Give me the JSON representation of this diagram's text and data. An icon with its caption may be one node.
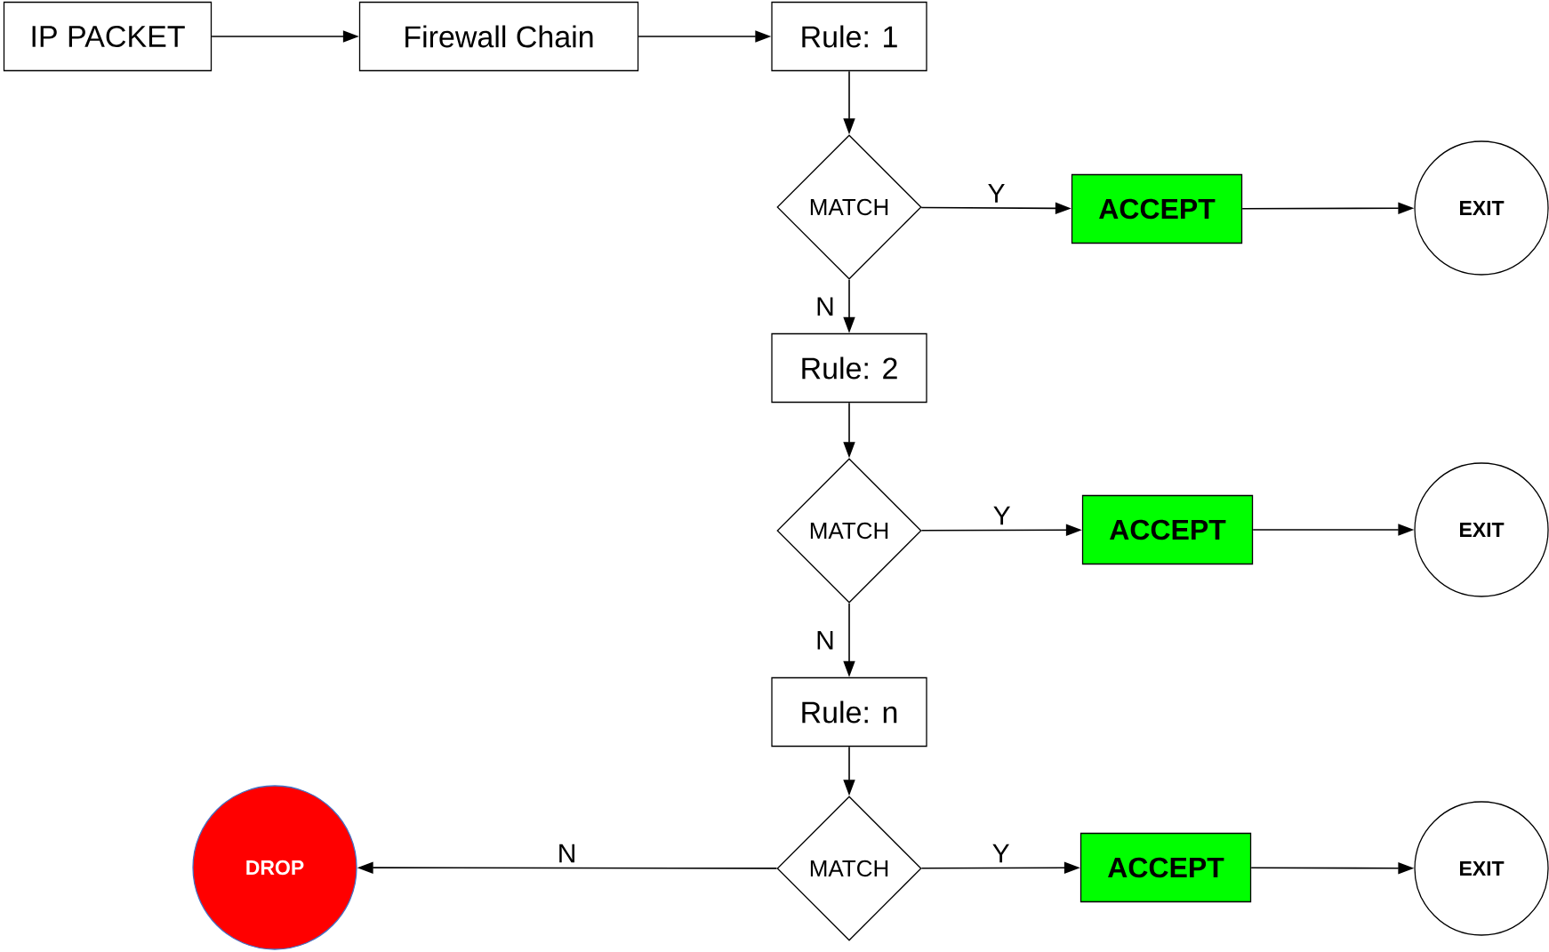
{
  "diagram": {
    "nodes": [
      {
        "text": [
          "IP PACKET"
        ]
      },
      {
        "text": [
          "Firewall Chain"
        ]
      },
      {
        "text": [
          "Rule: 1"
        ]
      },
      {
        "text": [
          "MATCH"
        ]
      },
      {
        "text": [
          "ACCEPT"
        ]
      },
      {
        "text": [
          "EXIT"
        ]
      },
      {
        "text": [
          "Rule: 2"
        ]
      },
      {
        "text": [
          "MATCH"
        ]
      },
      {
        "text": [
          "ACCEPT"
        ]
      },
      {
        "text": [
          "EXIT"
        ]
      },
      {
        "text": [
          "Rule: n"
        ]
      },
      {
        "text": [
          "MATCH"
        ]
      },
      {
        "text": [
          "ACCEPT"
        ]
      },
      {
        "text": [
          "EXIT"
        ]
      },
      {
        "text": [
          "DROP"
        ]
      }
    ],
    "edges": [
      {
        "from": 0,
        "to": 1,
        "arrow": "to"
      },
      {
        "from": 1,
        "to": 2,
        "arrow": "to"
      },
      {
        "from": 2,
        "to": 3,
        "arrow": "to"
      },
      {
        "from": 3,
        "to": 4,
        "arrow": "to",
        "label": "Y"
      },
      {
        "from": 4,
        "to": 5,
        "arrow": "to"
      },
      {
        "from": 3,
        "to": 6,
        "arrow": "to",
        "label": "N"
      },
      {
        "from": 6,
        "to": 7,
        "arrow": "to"
      },
      {
        "from": 7,
        "to": 8,
        "arrow": "to",
        "label": "Y"
      },
      {
        "from": 8,
        "to": 9,
        "arrow": "to"
      },
      {
        "from": 7,
        "to": 10,
        "arrow": "to",
        "label": "N"
      },
      {
        "from": 10,
        "to": 11,
        "arrow": "to"
      },
      {
        "from": 11,
        "to": 12,
        "arrow": "to",
        "label": "Y"
      },
      {
        "from": 12,
        "to": 13,
        "arrow": "to"
      },
      {
        "from": 11,
        "to": 14,
        "arrow": "to",
        "label": "N"
      }
    ]
  }
}
